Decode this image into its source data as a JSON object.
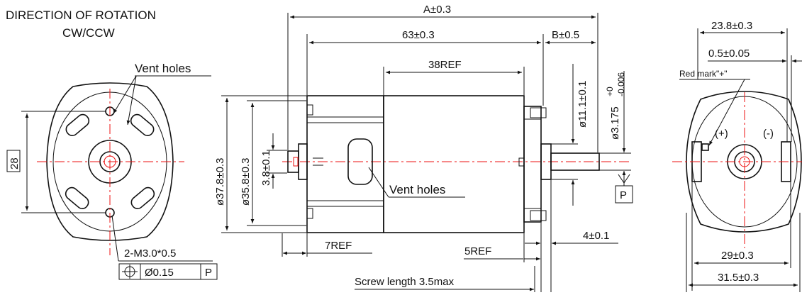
{
  "title": {
    "line1": "DIRECTION OF ROTATION",
    "line2": "CW/CCW"
  },
  "left_view": {
    "vent_label": "Vent holes",
    "dim_28": "28",
    "thread_spec": "2-M3.0*0.5",
    "tolerance": "Ø0.15",
    "datum": "P"
  },
  "side_view": {
    "dim_A": "A±0.3",
    "dim_63": "63±0.3",
    "dim_B": "B±0.5",
    "dim_38": "38REF",
    "dim_d37": "ø37.8±0.3",
    "dim_d35": "ø35.8±0.3",
    "dim_d38": "3.8±0.1",
    "dim_d11": "ø11.1±0.1",
    "dim_shaft_base": "ø3.175",
    "dim_shaft_up": "+0",
    "dim_shaft_low": "-0.006",
    "vent_label": "Vent holes",
    "datum": "P",
    "dim_7ref": "7REF",
    "dim_5ref": "5REF",
    "dim_4": "4±0.1",
    "screw": "Screw length 3.5max"
  },
  "right_view": {
    "dim_23": "23.8±0.3",
    "dim_05": "0.5±0.05",
    "red_mark": "Red mark\"+\"",
    "plus": "(+)",
    "minus": "(-)",
    "dim_29": "29±0.3",
    "dim_31": "31.5±0.3"
  },
  "colors": {
    "line": "#111111",
    "centerline": "#e11111"
  }
}
